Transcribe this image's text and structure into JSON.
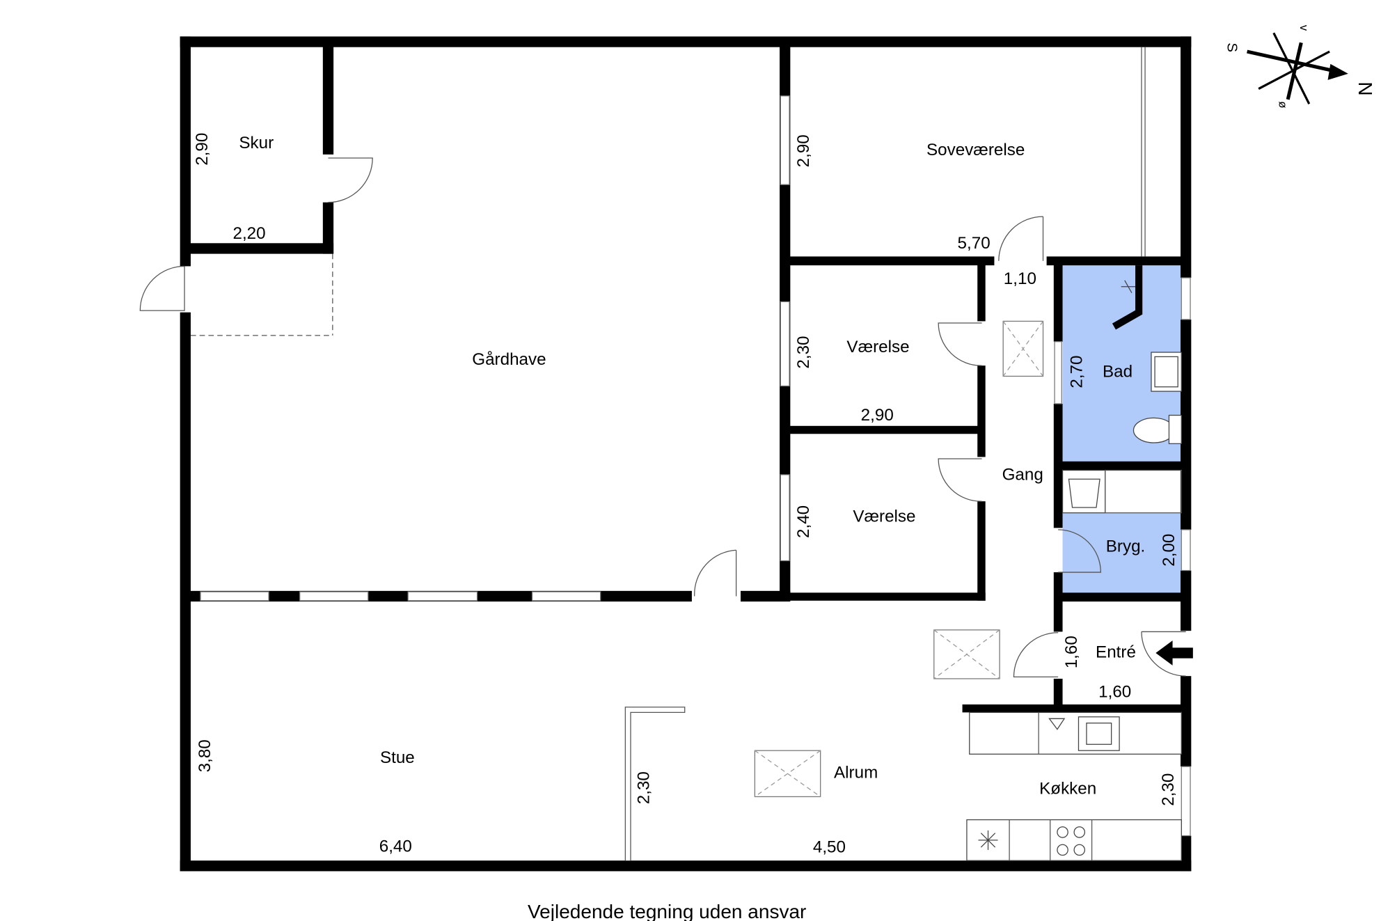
{
  "rooms": {
    "skur": "Skur",
    "gaardhave": "Gårdhave",
    "sovevaerelse": "Soveværelse",
    "vaerelse1": "Værelse",
    "vaerelse2": "Værelse",
    "gang": "Gang",
    "bad": "Bad",
    "bryg": "Bryg.",
    "entre": "Entré",
    "stue": "Stue",
    "alrum": "Alrum",
    "koekken": "Køkken"
  },
  "dimensions": {
    "skur_h": "2,90",
    "skur_w": "2,20",
    "sove_h": "2,90",
    "sove_w": "5,70",
    "gang_w": "1,10",
    "vaer1_h": "2,30",
    "vaer1_w": "2,90",
    "vaer2_h": "2,40",
    "bad_h": "2,70",
    "bryg_h": "2,00",
    "entre_h": "1,60",
    "entre_w": "1,60",
    "stue_h": "3,80",
    "stue_w": "6,40",
    "alrum_h": "2,30",
    "alrum_w": "4,50",
    "koekken_h": "2,30"
  },
  "compass": {
    "n": "N",
    "s": "S",
    "o": "ø",
    "v": "v"
  },
  "footer": "Vejledende tegning uden ansvar",
  "colors": {
    "wet_room": "#b0cbfa",
    "wall": "#000000"
  }
}
